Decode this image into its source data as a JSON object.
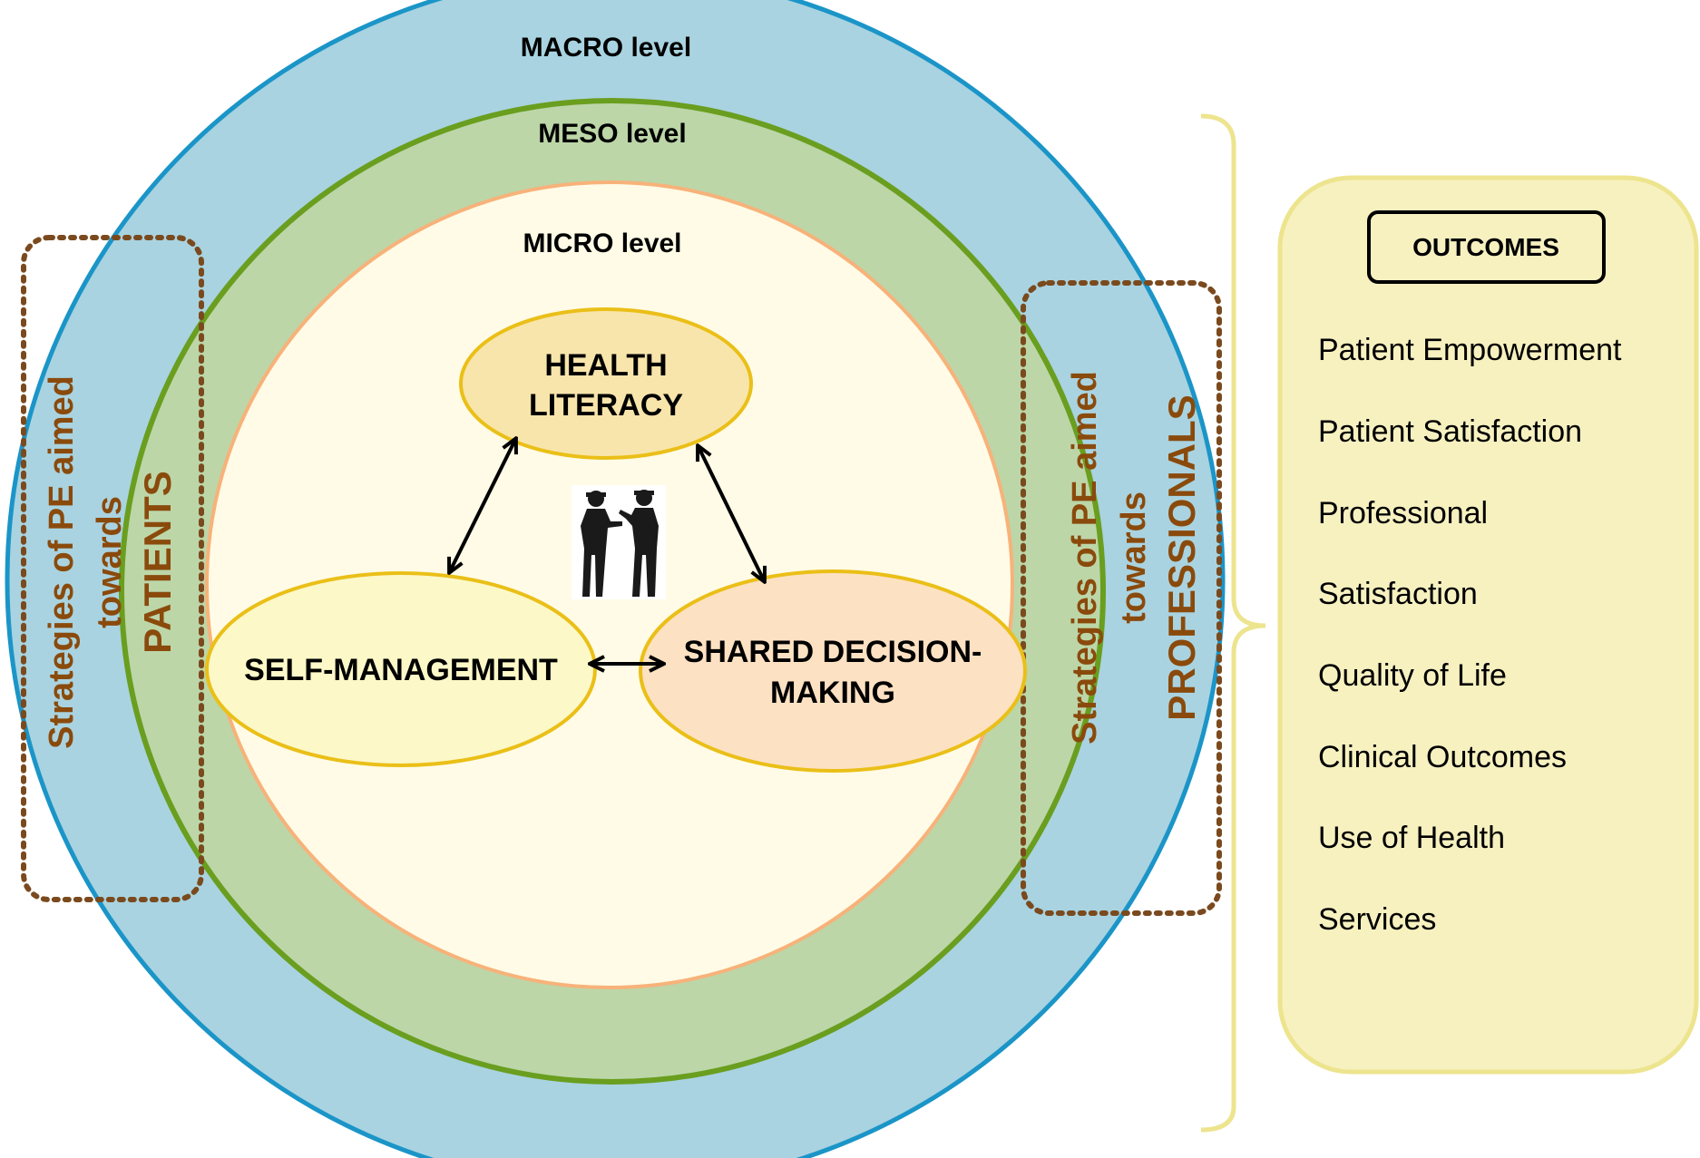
{
  "levels": {
    "macro": "MACRO level",
    "meso": "MESO level",
    "micro": "MICRO level"
  },
  "nodes": {
    "health_literacy": [
      "HEALTH",
      "LITERACY"
    ],
    "self_management": "SELF-MANAGEMENT",
    "shared_decision": [
      "SHARED DECISION-",
      "MAKING"
    ]
  },
  "strategies": {
    "patients": {
      "line1": "Strategies of PE aimed",
      "line2": "towards",
      "line3": "PATIENTS"
    },
    "professionals": {
      "line1": "Strategies of PE aimed",
      "line2": "towards",
      "line3": "PROFESSIONALS"
    }
  },
  "outcomes": {
    "title": "OUTCOMES",
    "items": [
      "Patient Empowerment",
      "Patient Satisfaction",
      "Professional",
      "Satisfaction",
      "Quality of Life",
      "Clinical Outcomes",
      "Use of Health",
      "Services"
    ]
  },
  "colors": {
    "macro_fill": "#a9d3e0",
    "macro_stroke": "#1b95c8",
    "meso_fill": "#bcd6a8",
    "meso_stroke": "#6a9e1f",
    "micro_fill": "#fffbe6",
    "micro_stroke": "#f7b27a",
    "strategy_text": "#8a4a0c",
    "outcomes_fill": "#f7f1c0",
    "outcomes_stroke": "#ede48e"
  }
}
